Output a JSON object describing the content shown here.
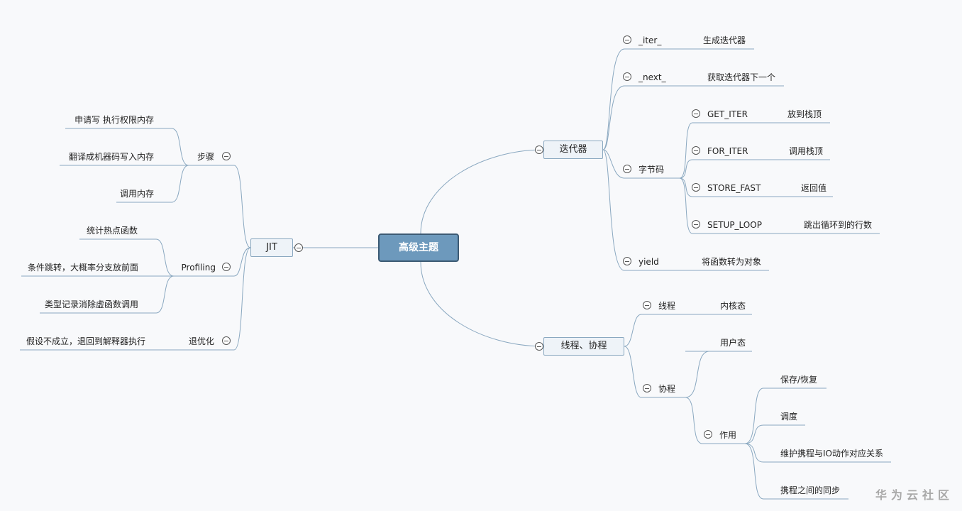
{
  "root": "高级主题",
  "iterator": {
    "label": "迭代器",
    "iter": {
      "name": "_iter_",
      "desc": "生成迭代器"
    },
    "next": {
      "name": "_next_",
      "desc": "获取迭代器下一个"
    },
    "bytecode": {
      "label": "字节码",
      "ops": [
        {
          "name": "GET_ITER",
          "desc": "放到栈顶"
        },
        {
          "name": "FOR_ITER",
          "desc": "调用栈顶"
        },
        {
          "name": "STORE_FAST",
          "desc": "返回值"
        },
        {
          "name": "SETUP_LOOP",
          "desc": "跳出循环到的行数"
        }
      ]
    },
    "yield": {
      "name": "yield",
      "desc": "将函数转为对象"
    }
  },
  "threads": {
    "label": "线程、协程",
    "thread": {
      "label": "线程",
      "desc": "内核态"
    },
    "coroutine": {
      "label": "协程",
      "desc": "用户态",
      "role": {
        "label": "作用",
        "items": [
          "保存/恢复",
          "调度",
          "维护携程与IO动作对应关系",
          "携程之间的同步"
        ]
      }
    }
  },
  "jit": {
    "label": "JIT",
    "steps": {
      "label": "步骤",
      "items": [
        "申请写 执行权限内存",
        "翻译成机器码写入内存",
        "调用内存"
      ]
    },
    "profiling": {
      "label": "Profiling",
      "items": [
        "统计热点函数",
        "条件跳转，大概率分支放前面",
        "类型记录消除虚函数调用"
      ]
    },
    "deopt": {
      "label": "退优化",
      "items": [
        "假设不成立，退回到解释器执行"
      ]
    }
  },
  "watermark": "华为云社区"
}
